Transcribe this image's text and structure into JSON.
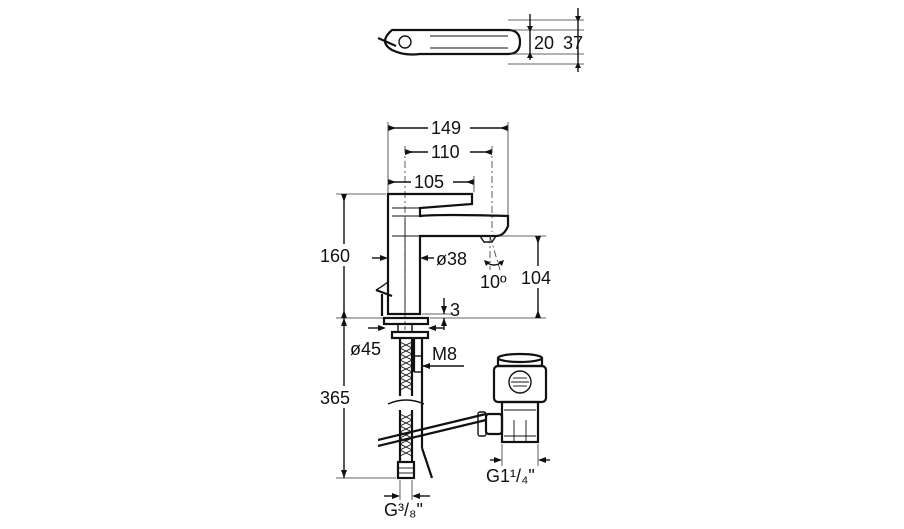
{
  "top_view": {
    "dim_20": "20",
    "dim_37": "37"
  },
  "front_view": {
    "dim_149": "149",
    "dim_110": "110",
    "dim_105": "105",
    "dim_160": "160",
    "dim_diameter_38": "ø38",
    "dim_angle": "10º",
    "dim_104": "104",
    "dim_3": "3",
    "dim_diameter_45": "ø45",
    "dim_thread_m8": "M8",
    "dim_365": "365",
    "dim_hose_thread": "G³/₈\"",
    "dim_waste_thread": "G1¹/₄\""
  }
}
